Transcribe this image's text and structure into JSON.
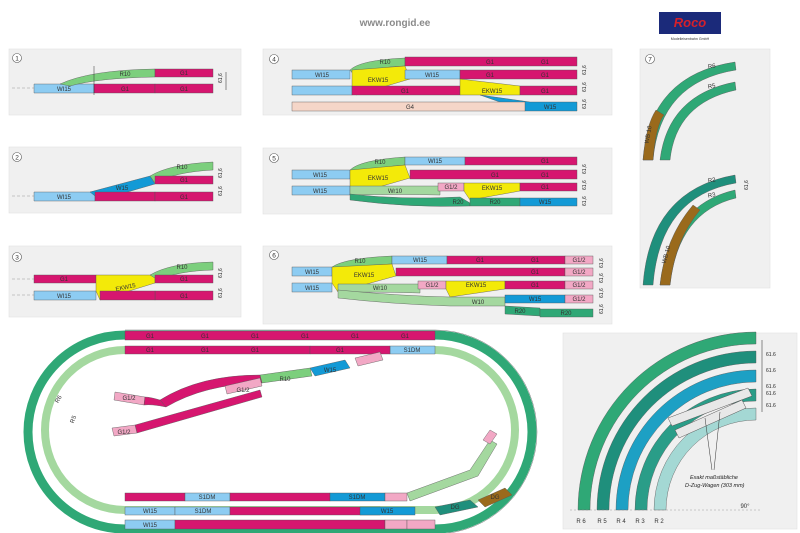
{
  "header": {
    "website": "www.rongid.ee",
    "brand": "Roco",
    "brand_tagline": "Modelleisenbahn GmbH",
    "brand_color": "#1b2a7a",
    "brand_accent": "#d5202b"
  },
  "colors": {
    "G1": "#d6166f",
    "G4": "#f5d6c8",
    "G12": "#f2a8c5",
    "R10": "#7ccf7d",
    "R20": "#2fa876",
    "R2": "#1f8f7c",
    "R3": "#2a9d88",
    "R4": "#1da0c4",
    "R5": "#1f8f7c",
    "R6": "#2fa876",
    "WI15": "#8dccf2",
    "W15": "#139ad6",
    "EKW15": "#f3ea09",
    "Wr10": "#a4d89f",
    "WB10": "#9a6a1c",
    "DG": "#1f8f7c",
    "panel_bg": "#f0f0f0"
  },
  "panels": [
    {
      "number": "1",
      "track_labels": [
        "WI15",
        "R10",
        "G1",
        "G1",
        "G1"
      ],
      "dims": [
        "61,6"
      ]
    },
    {
      "number": "2",
      "track_labels": [
        "WI15",
        "W15",
        "R10",
        "G1",
        "G1"
      ],
      "dims": [
        "61,6",
        "61,6"
      ]
    },
    {
      "number": "3",
      "track_labels": [
        "G1",
        "WI15",
        "EKW15",
        "R10",
        "G1",
        "G1"
      ],
      "dims": [
        "61,6",
        "61,6"
      ]
    },
    {
      "number": "4",
      "track_labels": [
        "WI15",
        "R10",
        "EKW15",
        "WI15",
        "EKW15",
        "W15",
        "G1",
        "G1",
        "G1",
        "G1",
        "G1",
        "G1",
        "G4"
      ],
      "dims": [
        "61,6",
        "61,6",
        "61,6"
      ]
    },
    {
      "number": "5",
      "track_labels": [
        "WI15",
        "WI15",
        "R10",
        "EKW15",
        "WI15",
        "Wr10",
        "G1/2",
        "EKW15",
        "R20",
        "R20",
        "W15",
        "G1",
        "G1",
        "G1",
        "G1"
      ],
      "dims": [
        "61,6",
        "61,6",
        "61,6"
      ]
    },
    {
      "number": "6",
      "track_labels": [
        "WI15",
        "WI15",
        "R10",
        "EKW15",
        "WI15",
        "Wr10",
        "G1/2",
        "EKW15",
        "W10",
        "W15",
        "R20",
        "R20",
        "G1",
        "G1",
        "G1",
        "G1",
        "G1/2",
        "G1/2",
        "G1/2",
        "G1/2"
      ],
      "dims": [
        "61,6",
        "61,6",
        "61,6",
        "61,6"
      ]
    },
    {
      "number": "7",
      "track_labels": [
        "R6",
        "R5",
        "WB 10",
        "R2",
        "R3",
        "WB 10"
      ],
      "dims": [
        "61,6"
      ]
    }
  ],
  "layout": {
    "track_labels": [
      "G1",
      "G1",
      "G1",
      "G1",
      "G1",
      "G1",
      "G1",
      "G1",
      "G1",
      "G1",
      "S1DM",
      "R6",
      "R5",
      "R10",
      "W15",
      "G1/2",
      "G1/2",
      "G1/2",
      "DG",
      "DG",
      "WI15",
      "WI15",
      "S1DM",
      "S1DM",
      "W15",
      "S1DM"
    ]
  },
  "curves": {
    "radius_labels": [
      "R 6",
      "R 5",
      "R 4",
      "R 3",
      "R 2"
    ],
    "dim_labels": [
      "61.6",
      "61.6",
      "61.6",
      "61.6",
      "61.6"
    ],
    "angle_label": "90°",
    "note_line1": "Exakt maßstäbliche",
    "note_line2": "D-Zug-Wagen (303 mm)"
  }
}
